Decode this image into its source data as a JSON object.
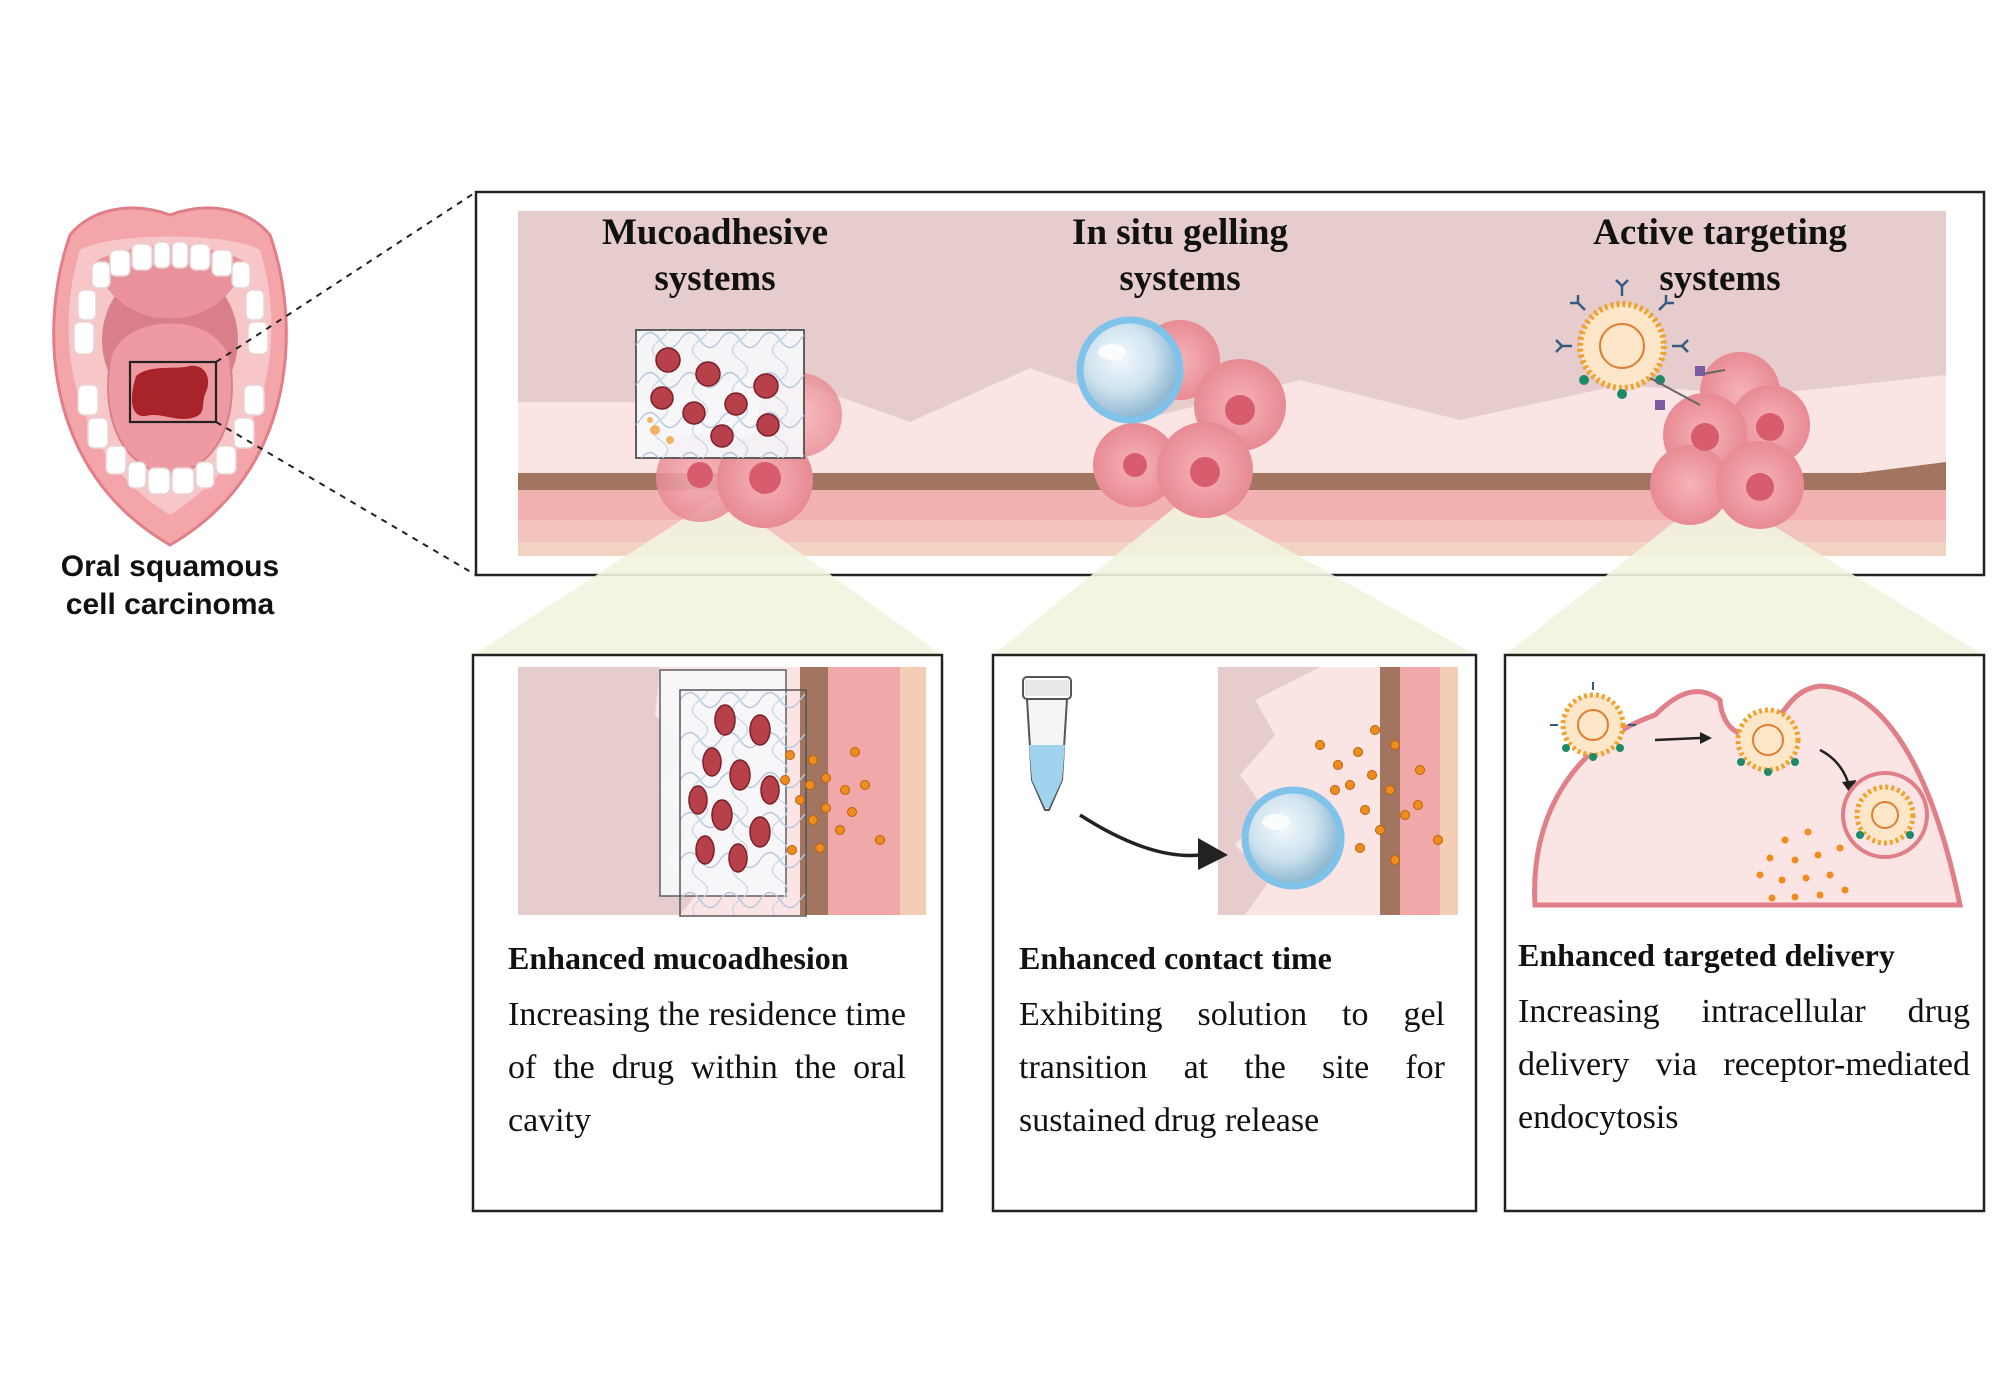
{
  "mouth": {
    "caption_line1": "Oral squamous",
    "caption_line2": "cell carcinoma"
  },
  "systems": [
    {
      "title_line1": "Mucoadhesive",
      "title_line2": "systems"
    },
    {
      "title_line1": "In situ gelling",
      "title_line2": "systems"
    },
    {
      "title_line1": "Active targeting",
      "title_line2": "systems"
    }
  ],
  "panels": [
    {
      "heading": "Enhanced mucoadhesion",
      "body": "Increasing the residence time of the drug within the oral cavity"
    },
    {
      "heading": "Enhanced contact time",
      "body": "Exhibiting solution to gel transition at the site for sustained drug release"
    },
    {
      "heading": "Enhanced targeted delivery",
      "body": "Increasing intracellular drug delivery via receptor-mediated endocytosis"
    }
  ],
  "colors": {
    "lip": "#f29aa0",
    "tumor": "#a8242a",
    "tissue_back": "#e6cccc",
    "tissue_mid": "#fbe4e4",
    "muscle": "#a27560",
    "cancer_cell": "#ec8f96",
    "gel_sphere": "#7fc2ea",
    "drug_dot": "#ee8c1e",
    "beam": "#f1f4de"
  }
}
